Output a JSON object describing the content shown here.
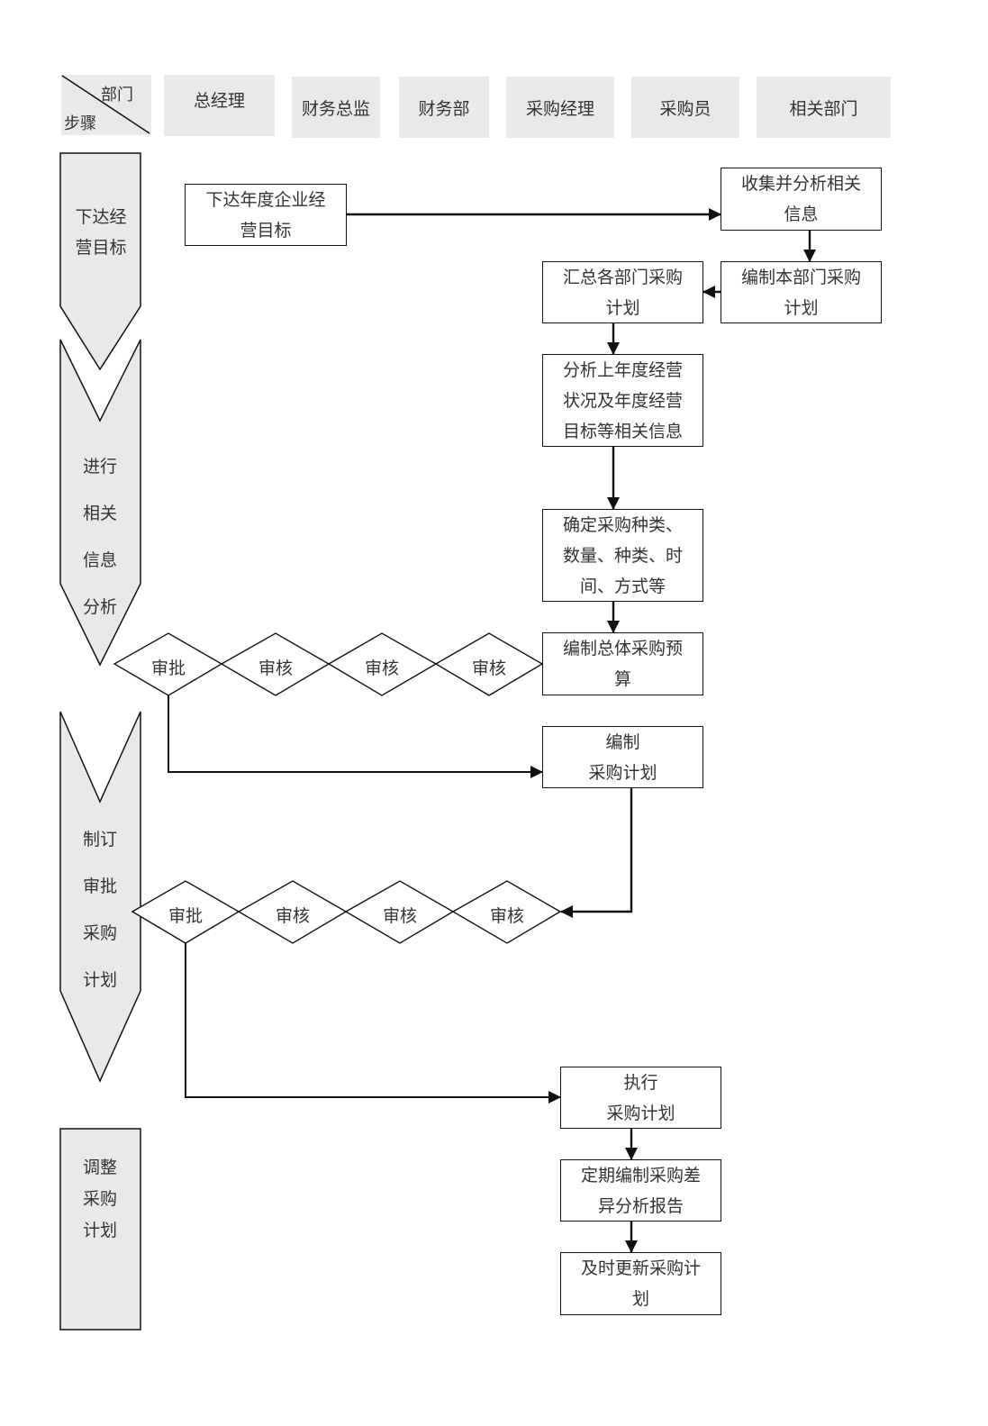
{
  "header": {
    "corner": {
      "top_label": "部门",
      "bottom_label": "步骤"
    },
    "departments": [
      "总经理",
      "财务总监",
      "财务部",
      "采购经理",
      "采购员",
      "相关部门"
    ]
  },
  "phases": [
    {
      "lines": [
        "下达经",
        "营目标"
      ]
    },
    {
      "lines": [
        "进行",
        "相关",
        "信息",
        "分析"
      ]
    },
    {
      "lines": [
        "制订",
        "审批",
        "采购",
        "计划"
      ]
    },
    {
      "lines": [
        "调整",
        "采购",
        "计划"
      ]
    }
  ],
  "steps": {
    "issue_goals": [
      "下达年度企业经",
      "营目标"
    ],
    "collect_info": [
      "收集并分析相关",
      "信息"
    ],
    "dept_plan": [
      "编制本部门采购",
      "计划"
    ],
    "summarize_plans": [
      "汇总各部门采购",
      "计划"
    ],
    "analyze_last_year": [
      "分析上年度经营",
      "状况及年度经营",
      "目标等相关信息"
    ],
    "determine_items": [
      "确定采购种类、",
      "数量、种类、时",
      "间、方式等"
    ],
    "budget": [
      "编制总体采购预",
      "算"
    ],
    "compile_plan": [
      "编制",
      "采购计划"
    ],
    "execute_plan": [
      "执行",
      "采购计划"
    ],
    "variance_report": [
      "定期编制采购差",
      "异分析报告"
    ],
    "update_plan": [
      "及时更新采购计",
      "划"
    ]
  },
  "decisions": {
    "row1": [
      "审批",
      "审核",
      "审核",
      "审核"
    ],
    "row2": [
      "审批",
      "审核",
      "审核",
      "审核"
    ]
  }
}
